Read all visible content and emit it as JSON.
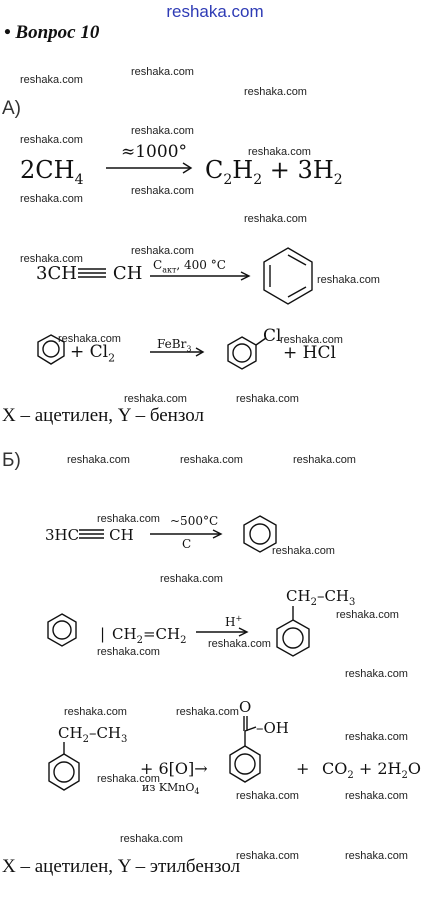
{
  "site_url": "reshaka.com",
  "heading": "• Вопрос 10",
  "part_a": {
    "label": "А)",
    "reaction1": {
      "left": "2CH",
      "left_sub": "4",
      "condition": "≈1000°",
      "product1": "C",
      "product1_sub1": "2",
      "product1_mid": "H",
      "product1_sub2": "2",
      "plus": "+",
      "product2": "3H",
      "product2_sub": "2"
    },
    "reaction2": {
      "left": "3CH",
      "right_part": "CH",
      "condition_c": "C",
      "condition_sub": "акт",
      "condition_rest": ", 400 °C"
    },
    "reaction3": {
      "plus_reagent": "+ Cl",
      "reagent_sub": "2",
      "catalyst": "FeBr",
      "catalyst_sub": "3",
      "substituent": "Cl",
      "byproduct": "+ HCl"
    },
    "answer": "X – ацетилен, Y – бензол"
  },
  "part_b": {
    "label": "Б)",
    "reaction1": {
      "left": "3HC",
      "right_part": "CH",
      "condition_top": "~500°C",
      "condition_bottom": "C"
    },
    "reaction2": {
      "plus": "|",
      "reagent": "CH",
      "reagent_sub1": "2",
      "reagent_mid": "=CH",
      "reagent_sub2": "2",
      "catalyst": "H",
      "catalyst_sup": "+",
      "substituent": "CH",
      "sub_sub1": "2",
      "substituent_rest": "–CH",
      "sub_sub2": "3"
    },
    "reaction3": {
      "substituent": "CH",
      "sub_sub1": "2",
      "substituent_rest": "–CH",
      "sub_sub2": "3",
      "oxidant": "+ 6[O]→",
      "oxidant_source": "из KMnO",
      "oxidant_sub": "4",
      "acid_group": "–OH",
      "acid_o": "O",
      "plus": "+",
      "co2": "CO",
      "co2_sub": "2",
      "water": "+ 2H",
      "water_sub": "2",
      "water_o": "O"
    },
    "answer": "X – ацетилен, Y – этилбензол"
  }
}
